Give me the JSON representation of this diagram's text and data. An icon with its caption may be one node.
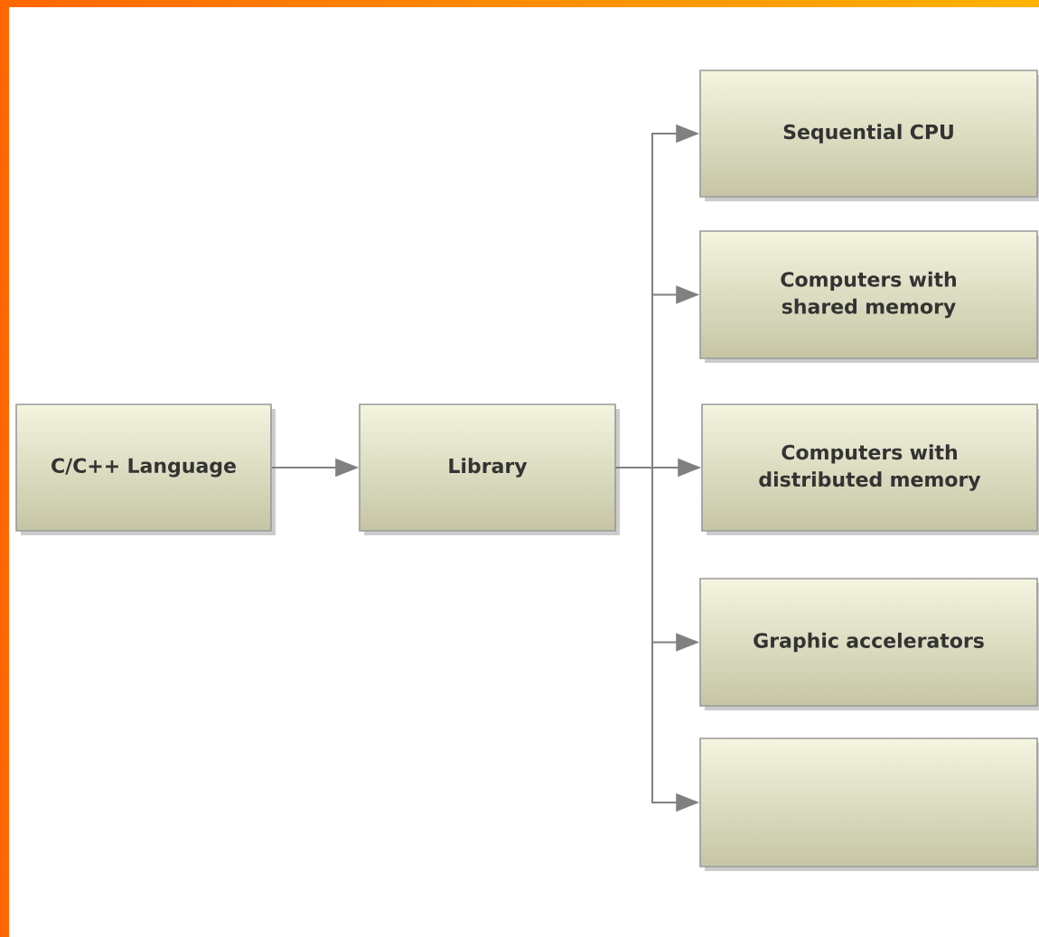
{
  "diagram": {
    "nodes": [
      {
        "text": [
          "C/C++ Language"
        ]
      },
      {
        "text": [
          "Library"
        ]
      },
      {
        "text": [
          "Sequential CPU"
        ]
      },
      {
        "text": [
          "Computers with shared memory"
        ]
      },
      {
        "text": [
          "Computers with distributed memory"
        ]
      },
      {
        "text": [
          "Graphic accelerators"
        ]
      },
      {
        "text": [],
        "shape": "box"
      }
    ],
    "edges": [
      {
        "from": 0,
        "to": 1,
        "arrow": "to"
      },
      {
        "from": 1,
        "to": 2,
        "arrow": "to"
      },
      {
        "from": 1,
        "to": 3,
        "arrow": "to"
      },
      {
        "from": 1,
        "to": 4,
        "arrow": "to"
      },
      {
        "from": 1,
        "to": 5,
        "arrow": "to"
      },
      {
        "from": 1,
        "to": 6,
        "arrow": "to"
      }
    ]
  }
}
